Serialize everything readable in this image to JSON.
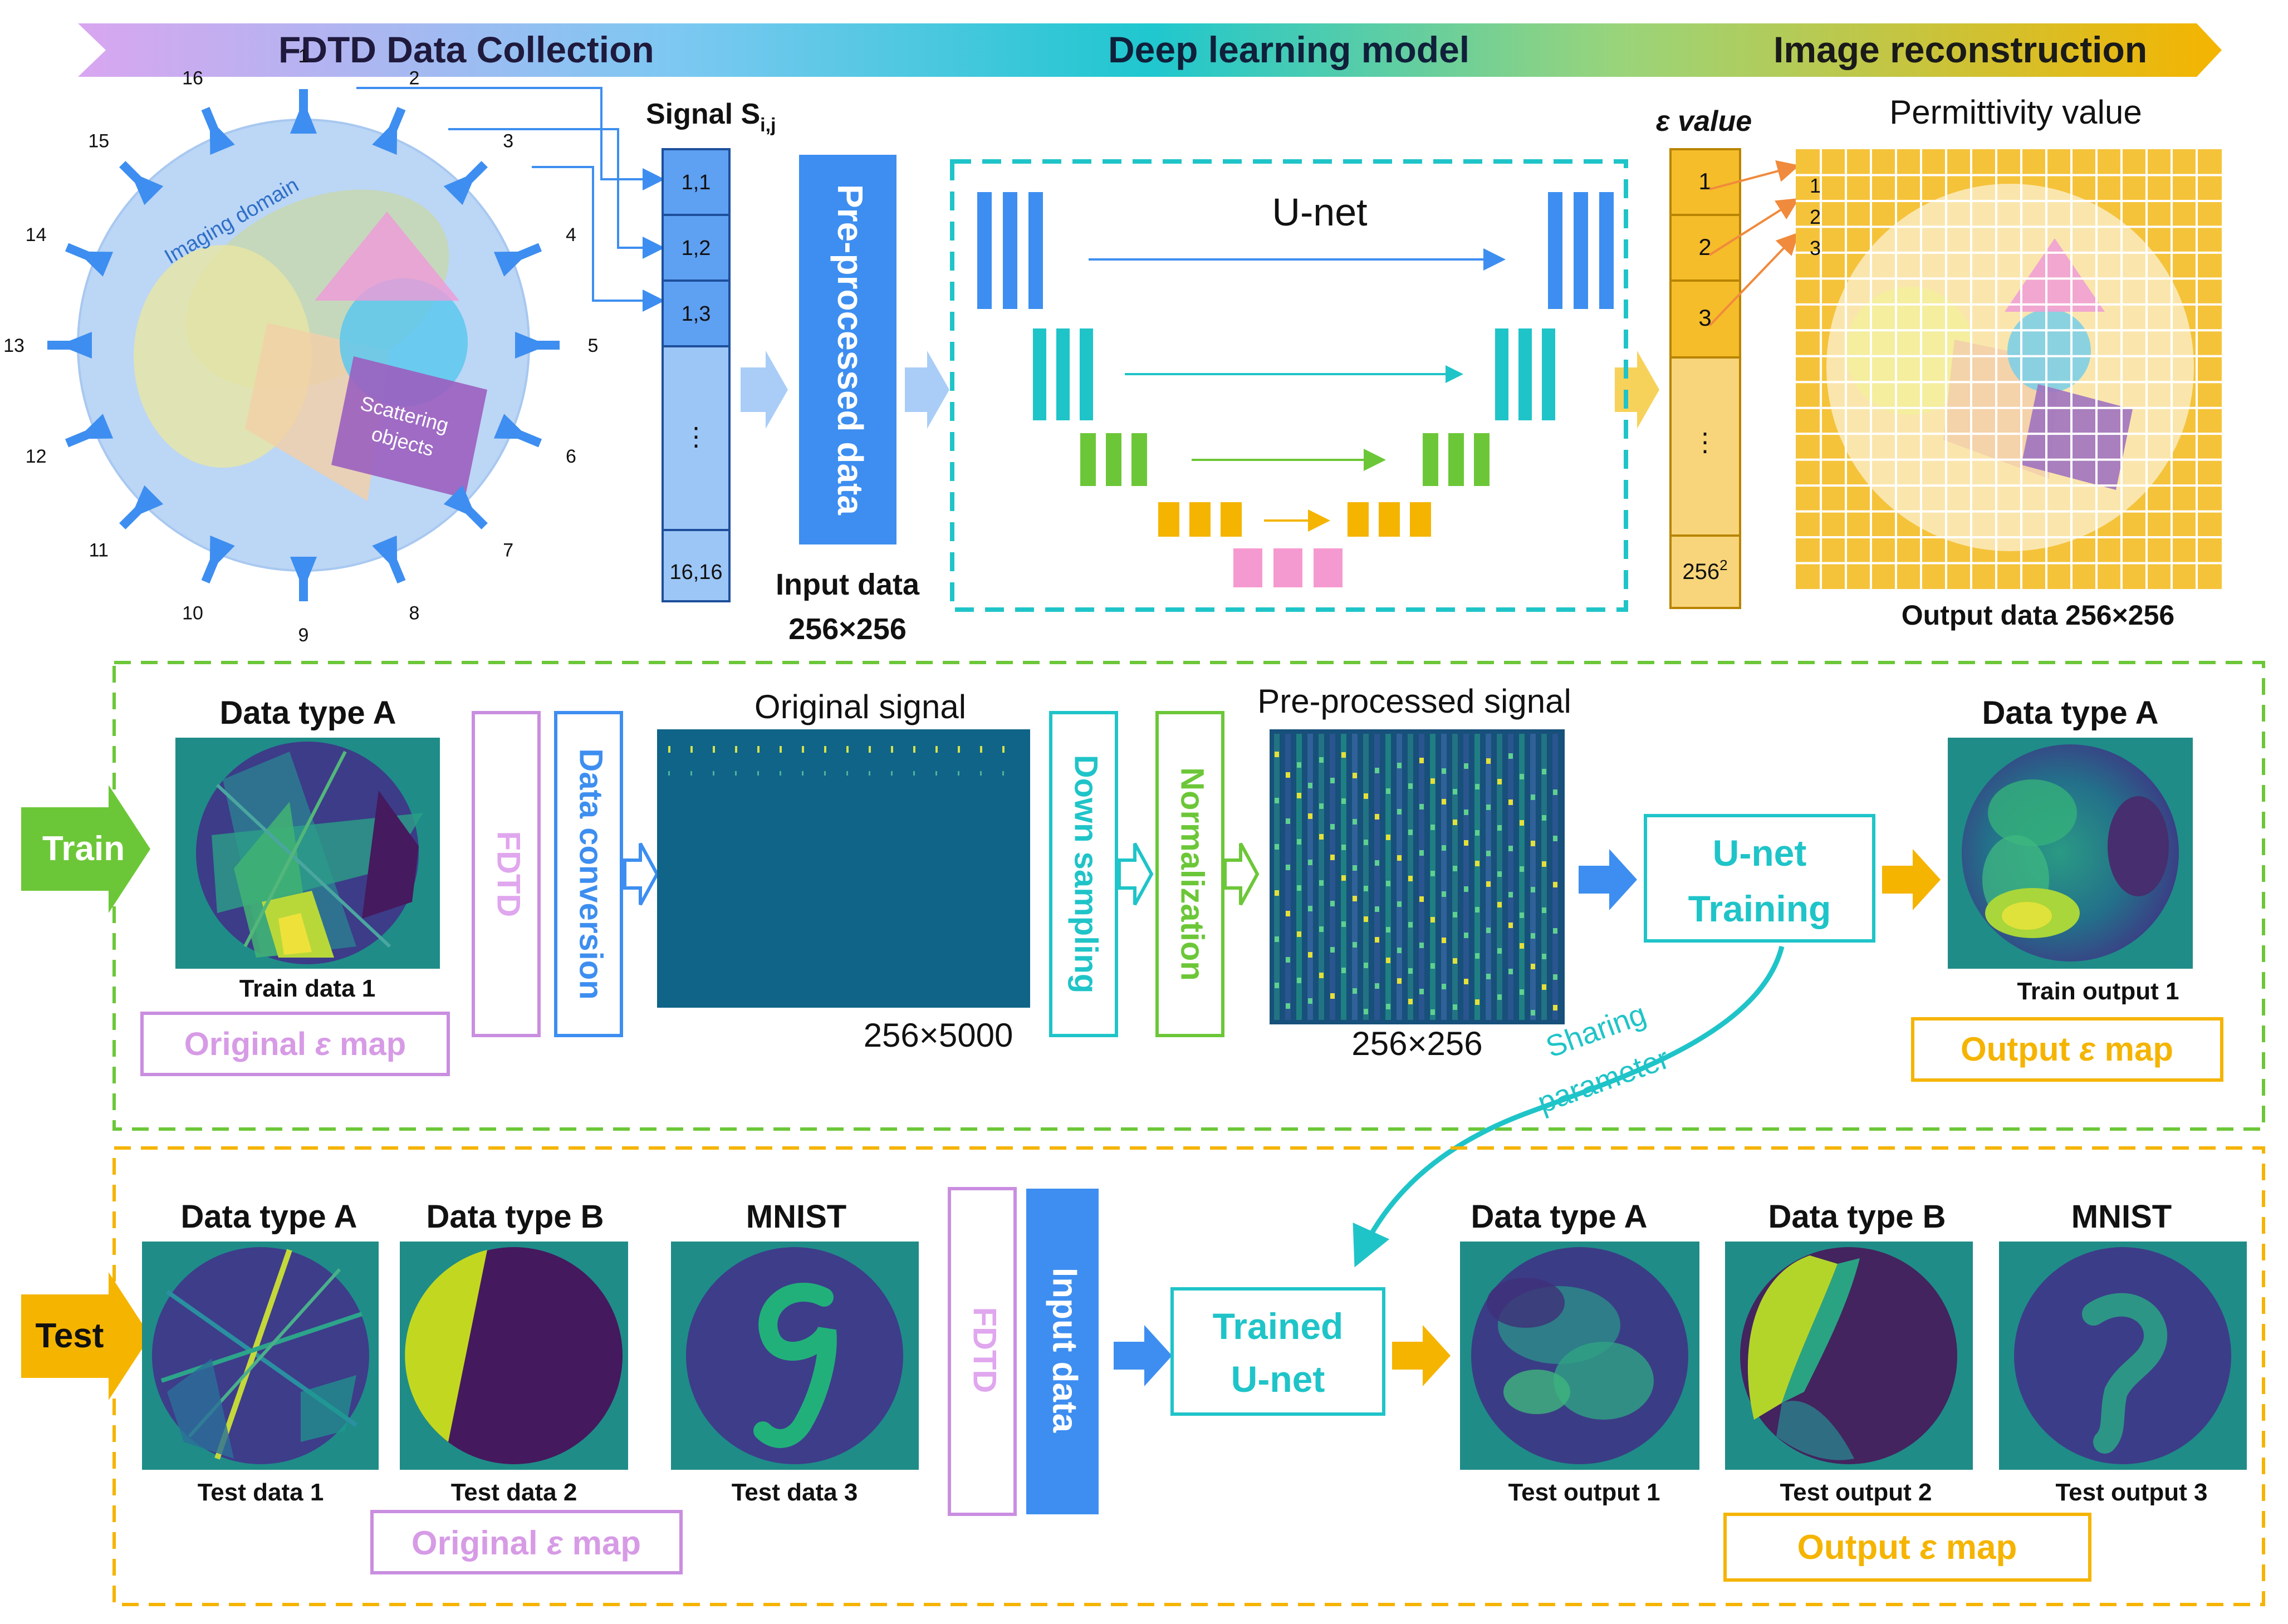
{
  "banner": {
    "stage1": "FDTD Data Collection",
    "stage2": "Deep learning model",
    "stage3": "Image reconstruction"
  },
  "top": {
    "antenna_numbers": [
      "1",
      "2",
      "3",
      "4",
      "5",
      "6",
      "7",
      "8",
      "9",
      "10",
      "11",
      "12",
      "13",
      "14",
      "15",
      "16"
    ],
    "imaging_domain": "Imaging domain",
    "scattering_line1": "Scattering",
    "scattering_line2": "objects",
    "signal_label": "Signal S",
    "signal_subscript": "i,j",
    "signal_cells": [
      "1,1",
      "1,2",
      "1,3",
      "⋮",
      "16,16"
    ],
    "preprocessed": "Pre-processed data",
    "input_line1": "Input data",
    "input_line2": "256×256",
    "unet": "U-net",
    "eps_label": "ε value",
    "eps_cells": [
      "1",
      "2",
      "3",
      "⋮",
      "256"
    ],
    "eps_superscript": "2",
    "permittivity": "Permittivity value",
    "perm_numbers": [
      "1",
      "2",
      "3"
    ],
    "output_data": "Output data 256×256"
  },
  "train": {
    "label": "Train",
    "data_type": "Data type A",
    "train_data": "Train data 1",
    "orig_map_pre": "Original ",
    "map_eps": "ε",
    "map_suffix": " map",
    "fdtd": "FDTD",
    "data_conversion": "Data conversion",
    "original_signal": "Original signal",
    "size_5000": "256×5000",
    "down_sampling": "Down sampling",
    "normalization": "Normalization",
    "preprocessed_signal": "Pre-processed signal",
    "size_256": "256×256",
    "unet_line1": "U-net",
    "unet_line2": "Training",
    "sharing1": "Sharing",
    "sharing2": "parameter",
    "out_type": "Data type A",
    "train_output": "Train output 1",
    "out_map_pre": "Output "
  },
  "test": {
    "label": "Test",
    "types": [
      "Data type A",
      "Data type B",
      "MNIST"
    ],
    "inputs": [
      "Test data 1",
      "Test data 2",
      "Test data 3"
    ],
    "orig_map_pre": "Original ",
    "map_eps": "ε",
    "map_suffix": " map",
    "fdtd": "FDTD",
    "input_data": "Input data",
    "trained1": "Trained",
    "trained2": "U-net",
    "out_types": [
      "Data type A",
      "Data type B",
      "MNIST"
    ],
    "outputs": [
      "Test output 1",
      "Test output 2",
      "Test output 3"
    ],
    "out_map_pre": "Output "
  },
  "colors": {
    "purple": "#c98ee0",
    "blue": "#3d8ef0",
    "cyan": "#1fc4c8",
    "green": "#6cc738",
    "orange": "#f5b400",
    "pink": "#f59ad0",
    "signal_blue": "#7fb3f5",
    "eps_orange": "#f7c542",
    "map_teal": "#1f8c88",
    "map_purple": "#47205e",
    "map_yellow": "#d9e21a"
  }
}
